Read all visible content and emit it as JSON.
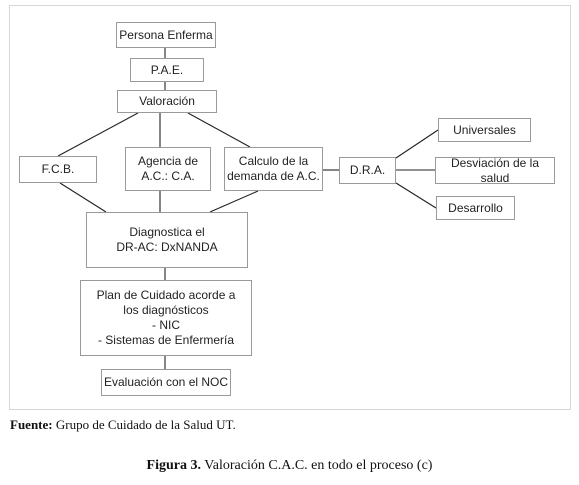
{
  "nodes": {
    "persona": "Persona Enferma",
    "pae": "P.A.E.",
    "valoracion": "Valoración",
    "fcb": "F.C.B.",
    "agencia": "Agencia de\nA.C.: C.A.",
    "calculo": "Calculo de la\ndemanda de A.C.",
    "dra": "D.R.A.",
    "universales": "Universales",
    "desviacion": "Desviación de la salud",
    "desarrollo": "Desarrollo",
    "diagnostica": "Diagnostica el\nDR-AC: DxNANDA",
    "plan": "Plan de Cuidado acorde a\nlos diagnósticos\n- NIC\n- Sistemas de Enfermería",
    "evaluacion": "Evaluación con el NOC"
  },
  "source": {
    "label": "Fuente:",
    "text": " Grupo de Cuidado de la Salud UT."
  },
  "figure": {
    "label": "Figura 3.",
    "text": " Valoración C.A.C. en todo el proceso (c)"
  }
}
